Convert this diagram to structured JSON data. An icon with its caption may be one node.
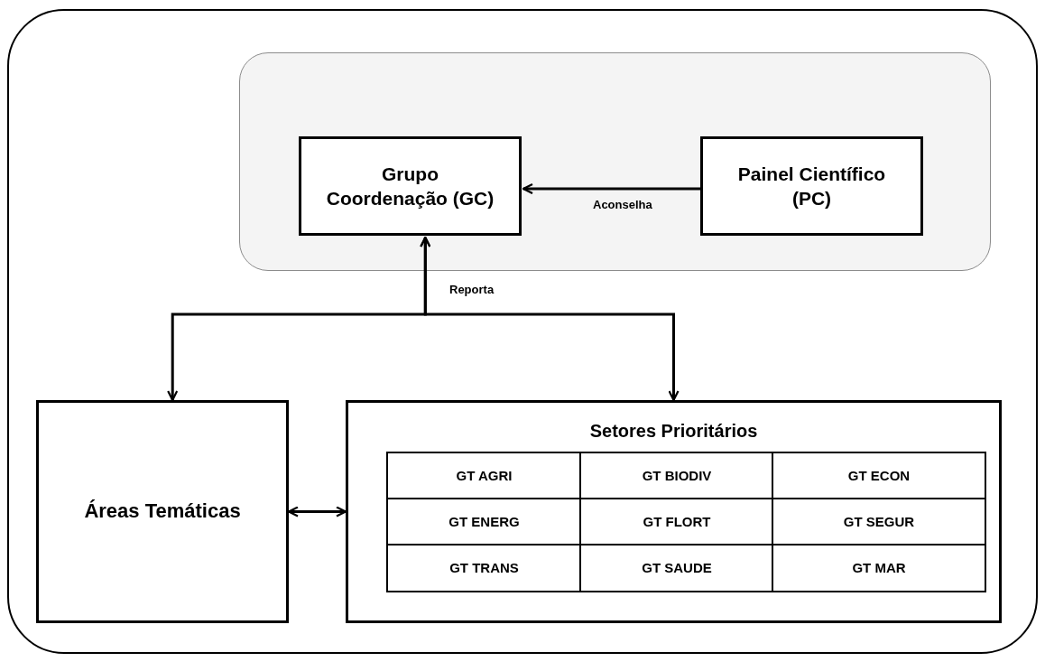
{
  "diagram": {
    "nodes": [
      {
        "text": [],
        "shape": "box"
      },
      {
        "text": [
          "Grupo Coordenação (GC)"
        ],
        "in": 0
      },
      {
        "text": [
          "Painel Científico (PC)"
        ],
        "in": 0
      },
      {
        "text": [
          "Áreas Temáticas"
        ]
      },
      {
        "text": [
          "Setores Prioritários"
        ]
      },
      {
        "text": [
          "GT AGRI"
        ],
        "in": 4
      },
      {
        "text": [
          "GT BIODIV"
        ],
        "in": 4
      },
      {
        "text": [
          "GT ECON"
        ],
        "in": 4
      },
      {
        "text": [
          "GT ENERG"
        ],
        "in": 4
      },
      {
        "text": [
          "GT FLORT"
        ],
        "in": 4
      },
      {
        "text": [
          "GT SEGUR"
        ],
        "in": 4
      },
      {
        "text": [
          "GT TRANS"
        ],
        "in": 4
      },
      {
        "text": [
          "GT SAUDE"
        ],
        "in": 4
      },
      {
        "text": [
          "GT MAR"
        ],
        "in": 4
      }
    ],
    "edges": [
      {
        "from": 2,
        "to": 1,
        "arrow": "to",
        "label": "Aconselha"
      },
      {
        "from": 1,
        "to": 3,
        "arrow": "both",
        "label": "Reporta"
      },
      {
        "from": 1,
        "to": 4,
        "arrow": "both"
      },
      {
        "from": 3,
        "to": 4,
        "arrow": "both"
      }
    ]
  }
}
